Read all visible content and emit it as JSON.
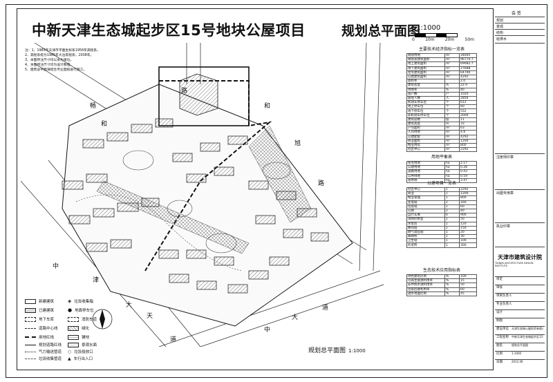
{
  "header": {
    "project_title": "中新天津生态城起步区15号地块公屋项目",
    "sheet_title": "规划总平面图",
    "scale": "1:1000",
    "scale_ticks": [
      "0",
      "10m",
      "20m",
      "50m"
    ]
  },
  "notes": [
    "注：1、1985年天津市平面坐标系1956年高程系。",
    "2、高程系统为1985年大沽高程系，2008年。",
    "3、本图所注尺寸均以米为单位。",
    "4、本图所注尺寸均为设计数值。",
    "5、",
    "5、建筑总平面请结合专业图纸进行施工。"
  ],
  "roads": {
    "road_a": [
      "和",
      "旭",
      "路"
    ],
    "road_b": [
      "畅",
      "和",
      "路"
    ],
    "road_c": [
      "中",
      "津",
      "大",
      "道"
    ],
    "road_d": [
      "天",
      "中",
      "大",
      "道"
    ]
  },
  "legend": [
    {
      "label": "新建建筑"
    },
    {
      "label": "已建建筑"
    },
    {
      "label": "地下车库"
    },
    {
      "label": "道路中心线"
    },
    {
      "label": "用地红线"
    },
    {
      "label": "规划道路红线"
    },
    {
      "label": "气力输送管道"
    },
    {
      "label": "垃圾收集管道"
    }
  ],
  "legend_right": [
    {
      "label": "垃圾收集箱"
    },
    {
      "label": "地面停车位"
    },
    {
      "label": "消防车道"
    },
    {
      "label": "绿化"
    },
    {
      "label": "铺地"
    },
    {
      "label": "景观水面"
    },
    {
      "label": "垃圾投放口"
    },
    {
      "label": "车行出入口"
    }
  ],
  "plan_caption": {
    "title": "规划总平面图",
    "scale": "1:1000"
  },
  "tables": {
    "indicators": {
      "title": "主要技术经济指标一览表",
      "rows": [
        [
          "规划用地",
          "m²",
          "34695"
        ],
        [
          "规划总建筑面积",
          "m²",
          "96770.7"
        ],
        [
          "地上建筑面积",
          "m²",
          "69082.7"
        ],
        [
          "地下建筑面积",
          "m²",
          "27688"
        ],
        [
          "住宅建筑面积",
          "m²",
          "64790"
        ],
        [
          "公建建筑面积",
          "m²",
          "4292"
        ],
        [
          "容积率",
          "",
          "2.0"
        ],
        [
          "建筑密度",
          "%",
          "22.9"
        ],
        [
          "绿地率",
          "%",
          "40"
        ],
        [
          "总户数",
          "户",
          "1020"
        ],
        [
          "居住人数",
          "人",
          "2856"
        ],
        [
          "机动车停车位",
          "个",
          "612"
        ],
        [
          "地上停车位",
          "个",
          "60"
        ],
        [
          "地下停车位",
          "个",
          "552"
        ],
        [
          "非机动车停车位",
          "个",
          "2000"
        ],
        [
          "建筑层数",
          "层",
          "11"
        ],
        [
          "建筑高度",
          "m",
          "33"
        ],
        [
          "户均面积",
          "m²",
          "63"
        ],
        [
          "人均绿地",
          "m²",
          "4.8"
        ],
        [
          "公建配套",
          "m²",
          "4292"
        ],
        [
          "商业面积",
          "m²",
          "1200"
        ],
        [
          "物业用房",
          "m²",
          "800"
        ],
        [
          "社区中心",
          "m²",
          "2292"
        ]
      ]
    },
    "landuse": {
      "title": "用地平衡表",
      "rows": [
        [
          "住宅用地",
          "ha",
          "2.17"
        ],
        [
          "公建用地",
          "ha",
          "0.28"
        ],
        [
          "道路用地",
          "ha",
          "0.43"
        ],
        [
          "公共绿地",
          "ha",
          "0.59"
        ],
        [
          "总用地",
          "ha",
          "3.47"
        ]
      ]
    },
    "facilities": {
      "title": "公建项目一览表",
      "rows": [
        [
          "社区中心",
          "1",
          "2292"
        ],
        [
          "商业",
          "1",
          "1200"
        ],
        [
          "物业管理",
          "1",
          "800"
        ],
        [
          "变电站",
          "2",
          "160"
        ],
        [
          "垃圾站",
          "1",
          "60"
        ],
        [
          "公厕",
          "2",
          "40"
        ],
        [
          "自行车库",
          "6",
          "900"
        ],
        [
          "消防控制室",
          "1",
          "50"
        ],
        [
          "水泵房",
          "1",
          "120"
        ],
        [
          "换热站",
          "1",
          "150"
        ],
        [
          "燃气调压站",
          "1",
          "20"
        ],
        [
          "邮政所",
          "1",
          "30"
        ],
        [
          "卫生站",
          "1",
          "100"
        ],
        [
          "托老所",
          "1",
          "300"
        ]
      ]
    },
    "eco": {
      "title": "生态技术应用指标表",
      "rows": [
        [
          "绿色建筑比例",
          "%",
          "100"
        ],
        [
          "可再生能源利用率",
          "%",
          "15"
        ],
        [
          "非传统水源利用率",
          "%",
          "50"
        ],
        [
          "垃圾回收利用率",
          "%",
          "60"
        ],
        [
          "透水地面比例",
          "%",
          "45"
        ]
      ]
    }
  },
  "title_block": {
    "top_label": "会 签",
    "rows_top": [
      "规划",
      "景观",
      "结构",
      "给排水"
    ],
    "stamp_labels": [
      "注册师印章",
      "出图专用章",
      "执业印章"
    ],
    "company": "天津市建筑设计院",
    "company_en": "TIANJIN ARCHITECTURE DESIGN INSTITUTE",
    "rows_bottom": [
      "审定",
      "审核",
      "项目负责人",
      "专业负责人",
      "设计",
      "制图",
      "建设单位",
      "工程名称",
      "图名",
      "比例",
      "日期"
    ],
    "project_name_short": "中新天津生态城起步区15号地块公屋项目",
    "client": "天津生态城公屋投资有限公司",
    "drawing_name": "规划总平面图",
    "scale": "1:1000",
    "date": "2012.06"
  },
  "colors": {
    "line": "#111111",
    "hatch": "#555555",
    "background": "#ffffff"
  }
}
